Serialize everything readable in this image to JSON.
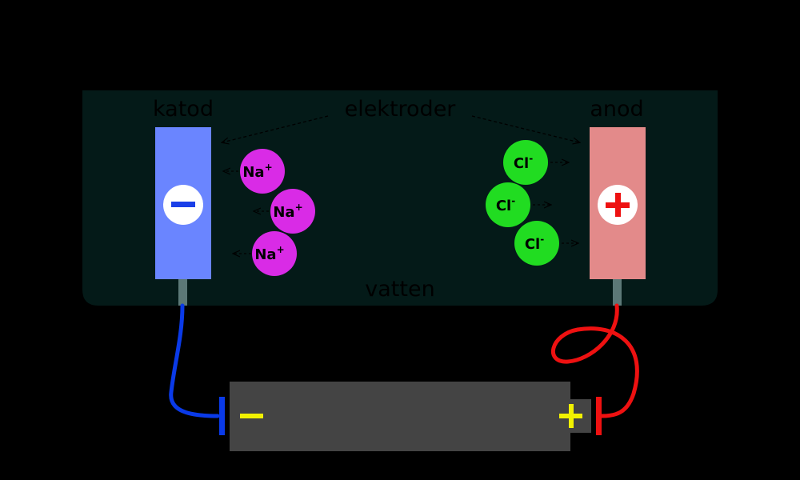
{
  "labels": {
    "cathode": "katod",
    "electrodes": "elektroder",
    "anode": "anod",
    "water": "vatten"
  },
  "electrode_signs": {
    "cathode": "−",
    "anode": "+"
  },
  "ions": {
    "sodium": {
      "symbol": "Na",
      "charge": "+",
      "count": 3
    },
    "chloride": {
      "symbol": "Cl",
      "charge": "-",
      "count": 3
    }
  },
  "battery": {
    "negative_sign": "−",
    "positive_sign": "+"
  },
  "colors": {
    "background": "#000000",
    "tank": "#041a18",
    "cathode": "#6a85ff",
    "anode": "#e38a8a",
    "sodium_ion": "#d92be6",
    "chloride_ion": "#21dc21",
    "wire_negative": "#0a3ae8",
    "wire_positive": "#ee1111",
    "battery_body": "#444444",
    "battery_signs": "#f2f200",
    "electrode_stem": "#5c7877"
  }
}
